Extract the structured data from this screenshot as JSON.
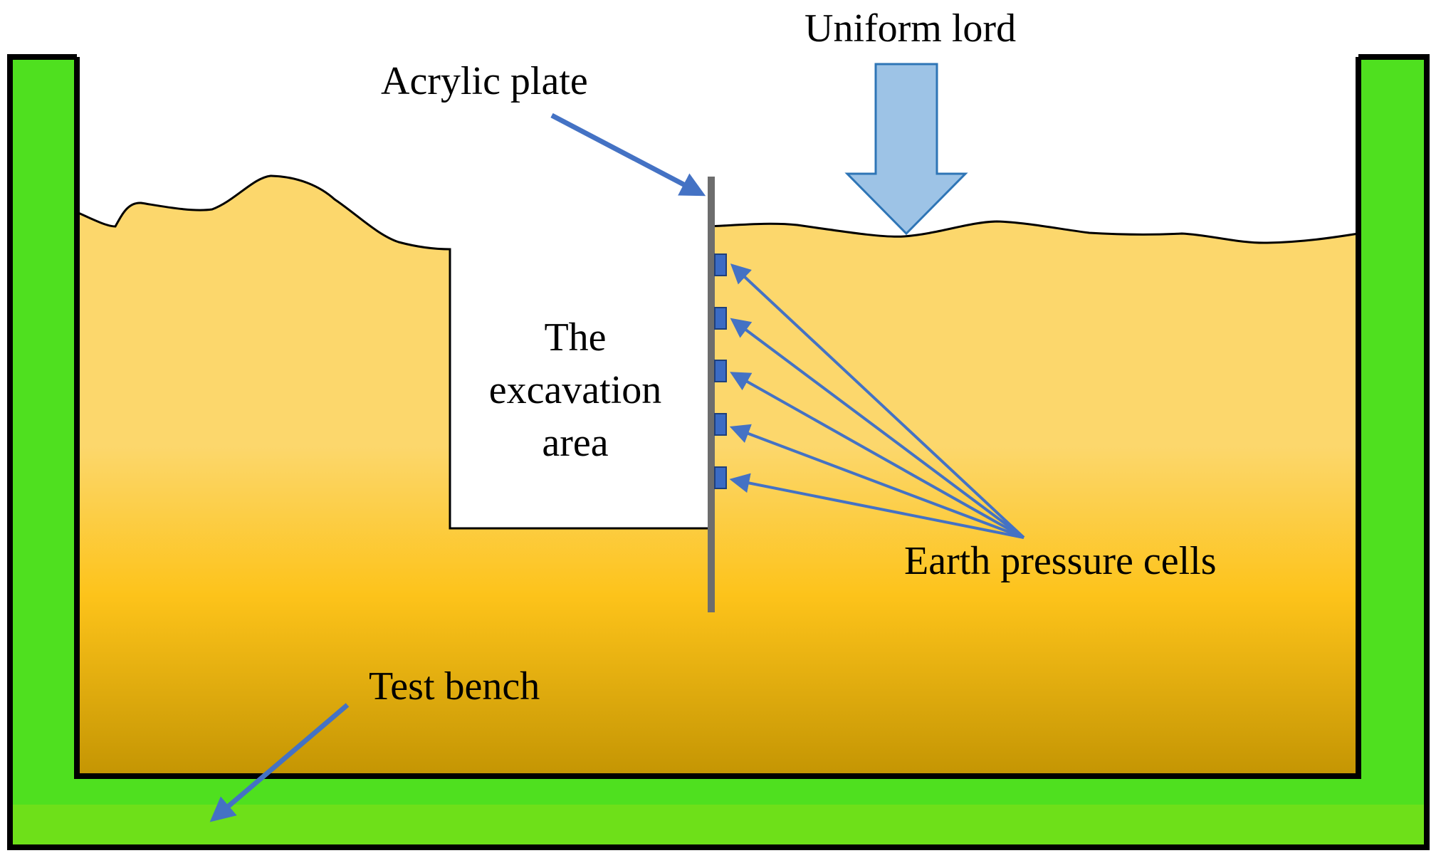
{
  "labels": {
    "uniform_load": "Uniform lord",
    "acrylic_plate": "Acrylic plate",
    "excavation_line1": "The",
    "excavation_line2": "excavation",
    "excavation_line3": "area",
    "earth_pressure_cells": "Earth pressure cells",
    "test_bench": "Test bench"
  },
  "colors": {
    "bench_green": "#4FE01F",
    "bench_base_green": "#6EE019",
    "soil_top": "#FCD76C",
    "soil_mid": "#FDC31A",
    "soil_bottom": "#C49503",
    "plate_gray": "#6D6D6D",
    "cell_blue": "#3B6BC4",
    "arrow_blue": "#4472C4",
    "load_arrow_fill": "#9DC3E6",
    "load_arrow_stroke": "#2E75B6",
    "outline": "#000000"
  },
  "earth_pressure_cell_count": 5
}
